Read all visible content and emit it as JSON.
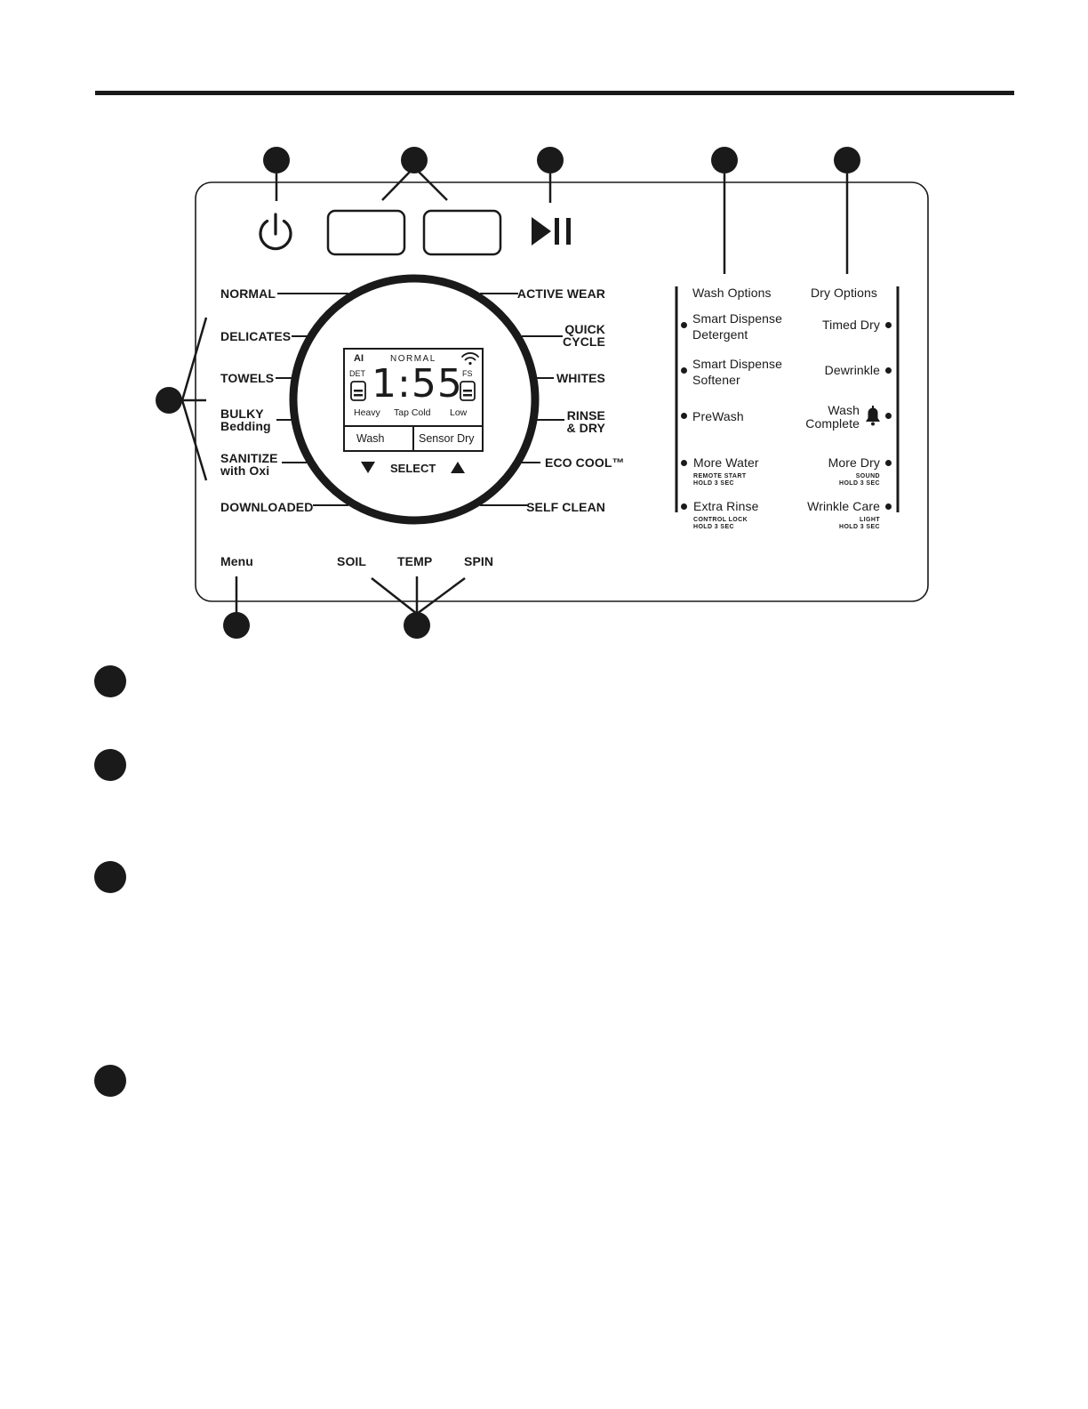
{
  "cycles_left": [
    "NORMAL",
    "DELICATES",
    "TOWELS",
    "BULKY\nBedding",
    "SANITIZE\nwith Oxi",
    "DOWNLOADED"
  ],
  "cycles_right": [
    "ACTIVE WEAR",
    "QUICK\nCYCLE",
    "WHITES",
    "RINSE\n& DRY",
    "ECO COOL™",
    "SELF CLEAN"
  ],
  "display": {
    "ai": "AI",
    "cycle": "NORMAL",
    "det": "DET",
    "fs": "FS",
    "time": "1:55",
    "soil": "Heavy",
    "temp": "Tap Cold",
    "spin": "Low",
    "mode_left": "Wash",
    "mode_right": "Sensor Dry",
    "select": "SELECT",
    "icons": [
      "wifi-icon",
      "down-arrow-icon",
      "up-arrow-icon"
    ]
  },
  "bottom": {
    "menu": "Menu",
    "soil": "SOIL",
    "temp": "TEMP",
    "spin": "SPIN"
  },
  "wash_options": {
    "title": "Wash Options",
    "items": [
      {
        "label": "Smart Dispense\nDetergent",
        "sub": ""
      },
      {
        "label": "Smart Dispense\nSoftener",
        "sub": ""
      },
      {
        "label": "PreWash",
        "sub": ""
      },
      {
        "label": "More Water",
        "sub": "REMOTE START\nHOLD 3 SEC"
      },
      {
        "label": "Extra Rinse",
        "sub": "CONTROL LOCK\nHOLD 3 SEC"
      }
    ]
  },
  "dry_options": {
    "title": "Dry Options",
    "items": [
      {
        "label": "Timed Dry",
        "sub": ""
      },
      {
        "label": "Dewrinkle",
        "sub": ""
      },
      {
        "label": "Wash\nComplete",
        "sub": ""
      },
      {
        "label": "More Dry",
        "sub": "SOUND\nHOLD 3 SEC"
      },
      {
        "label": "Wrinkle Care",
        "sub": "LIGHT\nHOLD 3 SEC"
      }
    ]
  },
  "icons": [
    "power-icon",
    "play-pause-icon",
    "bell-icon"
  ]
}
